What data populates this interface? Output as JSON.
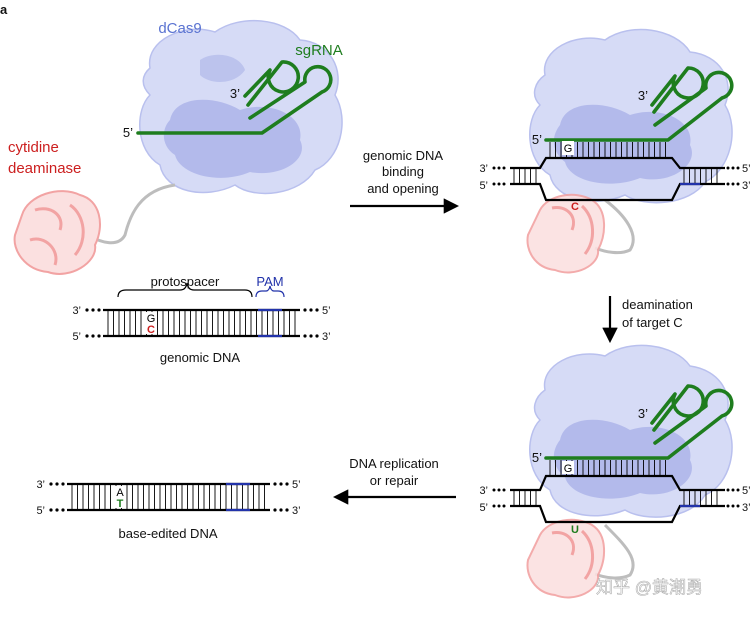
{
  "panel_letter": "a",
  "colors": {
    "protein": "#aab2e8",
    "protein_light": "#d6dbf6",
    "deaminase": "#f2a3a3",
    "sgrna": "#1e7d1e",
    "pam": "#2233aa",
    "base_c": "#cc1f1f",
    "base_t": "#1e7d1e",
    "linker": "#bdbdbd"
  },
  "labels": {
    "dcas9": "dCas9",
    "sgrna": "sgRNA",
    "cytidine_deaminase_line1": "cytidine",
    "cytidine_deaminase_line2": "deaminase",
    "five_prime": "5’",
    "three_prime": "3’",
    "protospacer": "protospacer",
    "pam": "PAM",
    "genomic_dna": "genomic DNA",
    "base_edited_dna": "base-edited DNA"
  },
  "bases": {
    "g": "G",
    "c": "C",
    "u": "U",
    "a": "A",
    "t": "T"
  },
  "steps": {
    "binding_line1": "genomic DNA",
    "binding_line2": "binding",
    "binding_line3": "and opening",
    "deamination_line1": "deamination",
    "deamination_line2": "of target C",
    "replication_line1": "DNA replication",
    "replication_line2": "or repair"
  },
  "watermark": "知乎 @黄潮勇"
}
